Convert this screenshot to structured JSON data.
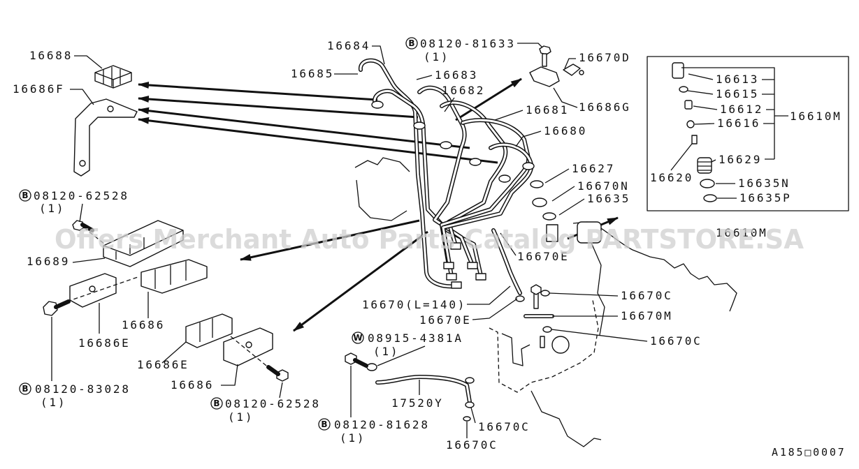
{
  "diagram": {
    "code": "A185□0007",
    "watermark": "Offers Merchant Auto Parts Catalog PARTSTORE.SA"
  },
  "colors": {
    "ink": "#111111",
    "background": "#ffffff",
    "watermark": "#cfcfcf"
  },
  "callouts": [
    "16688",
    "16686F",
    "16684",
    "16685",
    "16683",
    "16682",
    "16670D",
    "16681",
    "16686G",
    "16680",
    "16613",
    "16615",
    "16612",
    "16610M",
    "16616",
    "16629",
    "16620",
    "16635N",
    "16635P",
    "16610M",
    "16627",
    "16670N",
    "16635",
    "16689",
    "16670E",
    "16670C",
    "16670M",
    "16670(L=140)",
    "16670E",
    "16670C",
    "16686",
    "16686E",
    "16686E",
    "16686",
    "17520Y",
    "16670C",
    "16670C"
  ],
  "fasteners": [
    {
      "symbol": "B",
      "part": "08120-81633",
      "qty": "(1)"
    },
    {
      "symbol": "B",
      "part": "08120-62528",
      "qty": "(1)"
    },
    {
      "symbol": "B",
      "part": "08120-83028",
      "qty": "(1)"
    },
    {
      "symbol": "W",
      "part": "08915-4381A",
      "qty": "(1)"
    },
    {
      "symbol": "B",
      "part": "08120-62528",
      "qty": "(1)"
    },
    {
      "symbol": "B",
      "part": "08120-81628",
      "qty": "(1)"
    }
  ]
}
